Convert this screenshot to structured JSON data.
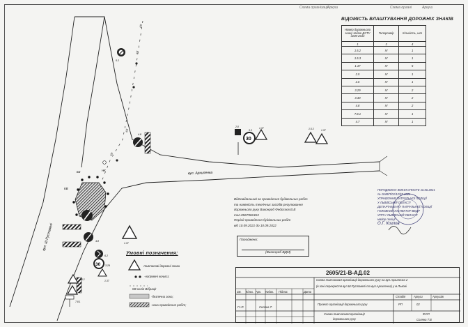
{
  "header": {
    "strip_left": "Схема організації",
    "strip_mid": "Аркуш",
    "strip_right": "Схема органі",
    "strip_far": "Аркуш"
  },
  "sign_table": {
    "title": "ВІДОМІСТЬ ВЛАШТУВАННЯ ДОРОЖНІХ ЗНАКІВ",
    "headers": [
      "Номер дорожнього знаку згідно ДСТУ 4100-2014",
      "Типорозмір",
      "Кількість, шт"
    ],
    "col_numbers": [
      "1",
      "3",
      "4"
    ],
    "rows": [
      {
        "code": "1.5.2",
        "size": "IV",
        "qty": "1"
      },
      {
        "code": "1.5.3",
        "size": "IV",
        "qty": "1"
      },
      {
        "code": "1.37",
        "size": "IV",
        "qty": "5"
      },
      {
        "code": "2.5",
        "size": "IV",
        "qty": "1"
      },
      {
        "code": "2.6",
        "size": "IV",
        "qty": "1"
      },
      {
        "code": "3.29",
        "size": "IV",
        "qty": "2"
      },
      {
        "code": "3.30",
        "size": "IV",
        "qty": "2"
      },
      {
        "code": "4.8",
        "size": "IV",
        "qty": "2"
      },
      {
        "code": "7.8.1",
        "size": "IV",
        "qty": "1"
      },
      {
        "code": "4.7",
        "size": "IV",
        "qty": "1"
      }
    ]
  },
  "map": {
    "street_main": "вул. Архипенка",
    "street_side": "вул. Ш.Руставелі",
    "labels": {
      "kv": "КВ",
      "nk": "НК",
      "b3": "Б3",
      "s52": "5.2",
      "s62": "6.2",
      "s48a": "4.8",
      "s48b": "4.8",
      "s28": "2.8",
      "s33": "3.3",
      "s329": "3.29",
      "s137a": "1.37",
      "s137b": "1.37",
      "s137c": "1.37",
      "s137d": "1.37",
      "s330": "3.30",
      "s153": "1.5.3",
      "s152": "1.5.2",
      "s781": "7.8.1",
      "sign30a": "30",
      "sign30b": "30"
    }
  },
  "responsible": {
    "lines": [
      "Відповідальний за проведення будівельних робіт",
      "та наявність технічних засобів регулювання",
      "дорожнього руху Виконроб Федосєєв В.В",
      "тел.0967902463",
      "Період проведення будівельних робіт",
      "від 10.09.2021 до 10.09.2022"
    ],
    "agreed_title": "Погоджено:",
    "agreed_sign": "(Виконроб ВДМ)"
  },
  "stamps": {
    "lines": [
      "ПОГОДЖЕНО ЗМІНИ СПОСТЕ 16.06.2021",
      "№ 1048/П/01/12/07-2021",
      "УПРАВЛІННЯ ПАТРУЛЬНОЇ ПОЛІЦІЇ",
      "У ЛЬВІВСЬКІЙ ОБЛАСТІ",
      "ДЕПАРТАМЕНТУ ПАТРУЛЬНОЇ ПОЛІЦІЇ",
      "ГОЛОВНИЙ ІНСПЕКТОР ВЕДР",
      "УПП У ЛЬВІВСЬКІЙ ОБЛАСТІ",
      "майор поліції",
      "О.Г. Козлов"
    ]
  },
  "legend": {
    "title": "Умовні позначення:",
    "items": [
      "-тимчасові дорожні знаки",
      "-напрямні конуси;",
      "КВ-колія Вібрації",
      "-безпечна зона;",
      "-зона проведення робіт;"
    ]
  },
  "title_block": {
    "code": "2605/21-В-АД.02",
    "desc1": "Схема тимчасової організації дорожнього руху на вул.Архипенка 2",
    "desc2": "(в зоні перехрестя вул.Ш.Руставелі та вул.Архипенка) у м.Львові",
    "cols": [
      "Зм.",
      "Кільк.",
      "Арк.",
      "№док.",
      "Підпис",
      "Дата"
    ],
    "sheet_name": "Проект організації дорожнього руху",
    "stage_h": "Стадія",
    "sheet_h": "Аркуш",
    "sheets_h": "Аркушів",
    "stage": "РП",
    "sheet": "02",
    "gip": "Г.І.П.",
    "gip_name": "Соляна Т.",
    "bottom_desc1": "Схема тимчасової організації",
    "bottom_desc2": "дорожнього руху",
    "fop": "ФОП",
    "fop_name": "Соляна Т.В"
  }
}
